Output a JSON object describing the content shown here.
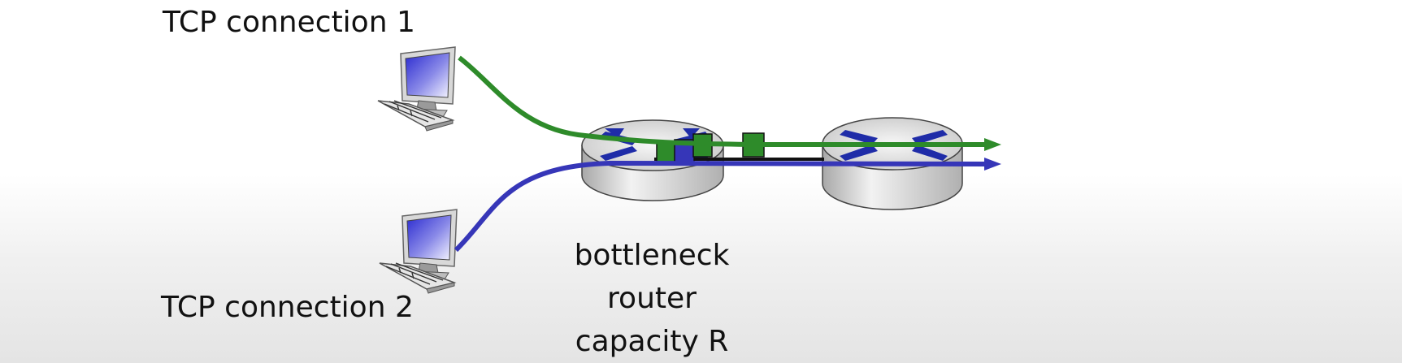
{
  "labels": {
    "connection1": "TCP connection 1",
    "connection2": "TCP connection 2",
    "bottleneck": [
      "bottleneck",
      "router",
      "capacity R"
    ]
  },
  "colors": {
    "connection1": "#2e8b2a",
    "connection2": "#3636b8",
    "router_x": "#1f2ca8",
    "link": "#111111"
  },
  "icons": [
    "computer-icon",
    "router-icon"
  ]
}
